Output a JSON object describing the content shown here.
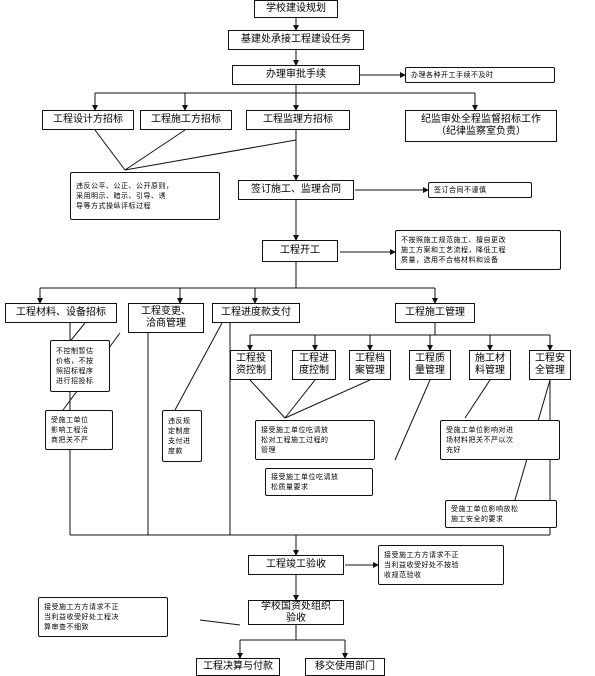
{
  "nodes": {
    "n1": "学校建设规划",
    "n2": "基建处承接工程建设任务",
    "n3": "办理审批手续",
    "n4": "工程设计方招标",
    "n5": "工程施工方招标",
    "n6": "工程监理方招标",
    "n7": "纪监审处全程监督招标工作\n（纪律监察室负责）",
    "n8": "签订施工、监理合同",
    "n9": "工程开工",
    "n10": "工程材料、设备招标",
    "n11": "工程变更、\n洽商管理",
    "n12": "工程进度款支付",
    "n13": "工程施工管理",
    "n14": "工程投\n资控制",
    "n15": "工程进\n度控制",
    "n16": "工程档\n案管理",
    "n17": "工程质\n量管理",
    "n18": "施工材\n料管理",
    "n19": "工程安\n全管理",
    "n20": "工程竣工验收",
    "n21": "学校国资处组织\n验收",
    "n22": "工程决算与付款",
    "n23": "移交使用部门"
  },
  "callouts": {
    "c1": "办理各种开工手续不及时",
    "c2": "违反公平、公正、公开原则，\n采用明示、暗示、引导、诱\n导等方式操纵评标过程",
    "c3": "签订合同不谨慎",
    "c4": "不按照施工规范施工、擅自更改\n施工方案和工艺流程，降低工程\n质量，选用不合格材料和设备",
    "c5": "不控制暂估\n价格，不按\n照招标程序\n进行招投标",
    "c6": "受施工单位\n影响工程洽\n商把关不严",
    "c7": "违反规\n定制度\n支付进\n度款",
    "c8": "接受施工单位吃请放\n松对工程施工过程的\n管理",
    "c9": "接受施工单位吃请放\n松质量要求",
    "c10": "受施工单位影响对进\n场材料把关不严以次\n充好",
    "c11": "受施工单位影响放松\n施工安全的要求",
    "c12": "接受施工方方请求不正\n当利益收受好处不按验\n收规范验收",
    "c13": "接受施工方方请求不正\n当利益收受好处工程决\n算审查不细致"
  }
}
